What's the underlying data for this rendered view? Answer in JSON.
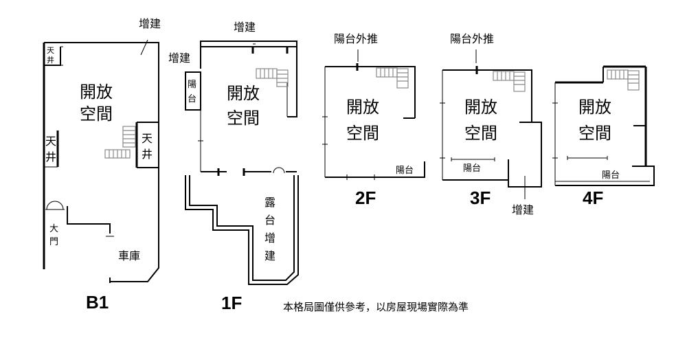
{
  "floors": {
    "b1": {
      "floor_label": "B1",
      "open_space": [
        "開放",
        "空間"
      ],
      "extension": "增建",
      "light_well_top": [
        "天",
        "井"
      ],
      "light_well_left": [
        "天",
        "井"
      ],
      "light_well_right": [
        "天",
        "井"
      ],
      "main_door": [
        "大",
        "門"
      ],
      "garage": "車庫"
    },
    "f1": {
      "floor_label": "1F",
      "open_space": [
        "開放",
        "空間"
      ],
      "extension_top": "增建",
      "extension_left": "增建",
      "balcony": [
        "陽",
        "台"
      ],
      "terrace_extension": [
        "露",
        "台",
        "增",
        "建"
      ]
    },
    "f2": {
      "floor_label": "2F",
      "open_space": [
        "開放",
        "空間"
      ],
      "balcony_pushout": "陽台外推",
      "balcony": "陽台"
    },
    "f3": {
      "floor_label": "3F",
      "open_space": [
        "開放",
        "空間"
      ],
      "balcony_pushout": "陽台外推",
      "balcony": "陽台",
      "extension": "增建"
    },
    "f4": {
      "floor_label": "4F",
      "open_space": [
        "開放",
        "空間"
      ],
      "balcony": "陽台"
    }
  },
  "disclaimer": "本格局圖僅供參考，以房屋現場實際為準"
}
